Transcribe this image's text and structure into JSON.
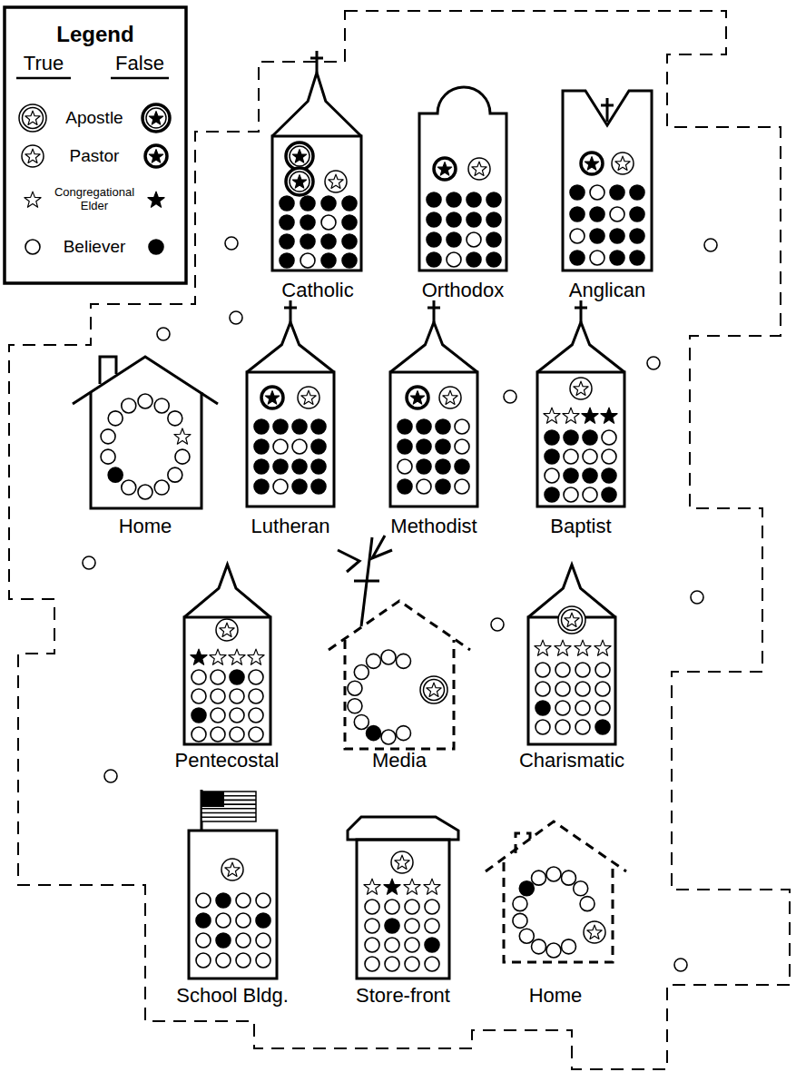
{
  "diagram": {
    "nodes": [
      {
        "text": [
          "Catholic"
        ]
      },
      {
        "text": [
          "Orthodox"
        ]
      },
      {
        "text": [
          "Anglican"
        ]
      },
      {
        "text": [
          "Home"
        ]
      },
      {
        "text": [
          "Lutheran"
        ]
      },
      {
        "text": [
          "Methodist"
        ]
      },
      {
        "text": [
          "Baptist"
        ]
      },
      {
        "text": [
          "Pentecostal"
        ]
      },
      {
        "text": [
          "Media"
        ]
      },
      {
        "text": [
          "Charismatic"
        ]
      },
      {
        "text": [
          "School Bldg."
        ]
      },
      {
        "text": [
          "Store-front"
        ]
      },
      {
        "text": [
          "Home"
        ]
      }
    ],
    "labels": [
      "Legend",
      "True",
      "False"
    ],
    "legend": [
      {
        "text": "Apostle"
      },
      {
        "text": "Pastor"
      },
      {
        "text": "Congregational Elder"
      },
      {
        "text": "Believer"
      }
    ]
  }
}
